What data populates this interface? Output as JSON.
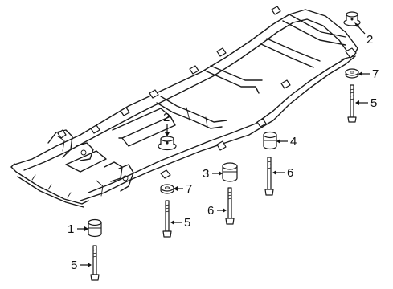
{
  "callouts": {
    "c1": "1",
    "c2a": "2",
    "c2b": "2",
    "c3": "3",
    "c4": "4",
    "c5a": "5",
    "c5b": "5",
    "c5c": "5",
    "c6a": "6",
    "c6b": "6",
    "c7a": "7",
    "c7b": "7"
  },
  "colors": {
    "ink": "#1a1a1a",
    "background": "#ffffff"
  }
}
